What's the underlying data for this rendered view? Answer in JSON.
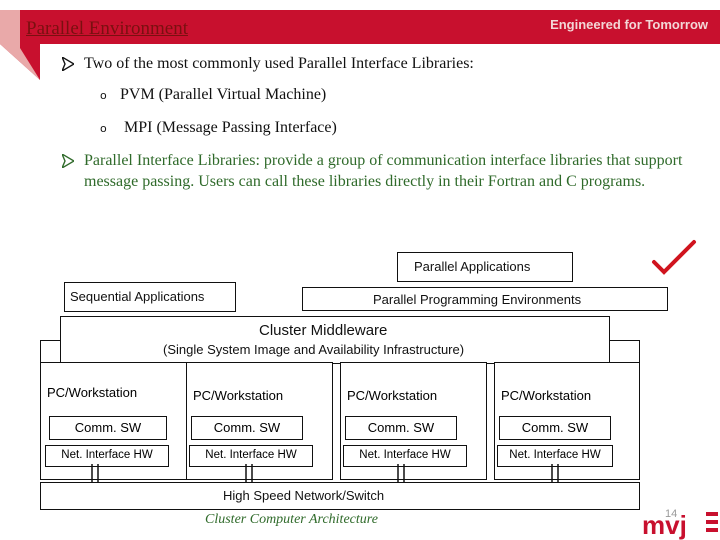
{
  "header": {
    "title": "Parallel Environment",
    "tagline": "Engineered for Tomorrow"
  },
  "bullets": [
    {
      "text": "Two of the most commonly used Parallel Interface Libraries:",
      "subitems": [
        "PVM (Parallel Virtual Machine)",
        "MPI (Message Passing Interface)"
      ]
    },
    {
      "text": "Parallel Interface Libraries: provide a group of communication interface libraries that support message passing. Users can call these libraries directly in their Fortran and C programs."
    }
  ],
  "diagram": {
    "parallel_applications": "Parallel Applications",
    "sequential_applications": "Sequential Applications",
    "parallel_programming_environments": "Parallel Programming Environments",
    "middleware_title": "Cluster Middleware",
    "middleware_subtitle": "(Single System Image and Availability Infrastructure)",
    "nodes": [
      {
        "pc": "PC/Workstation",
        "comm": "Comm. SW",
        "net": "Net. Interface HW"
      },
      {
        "pc": "PC/Workstation",
        "comm": "Comm. SW",
        "net": "Net. Interface HW"
      },
      {
        "pc": "PC/Workstation",
        "comm": "Comm. SW",
        "net": "Net. Interface HW"
      },
      {
        "pc": "PC/Workstation",
        "comm": "Comm. SW",
        "net": "Net. Interface HW"
      }
    ],
    "network": "High Speed Network/Switch",
    "caption": "Cluster Computer Architecture"
  },
  "footer": {
    "page_number": "14",
    "logo_text": "mvj"
  },
  "colors": {
    "header_red": "#c8102e",
    "title_dark_red": "#7a1010",
    "bullet_green": "#2f6a2a",
    "checkmark_red": "#d0141e"
  },
  "icons": [
    "arrow-bullet-icon",
    "circle-bullet-icon",
    "checkmark-icon",
    "mvj-logo"
  ]
}
